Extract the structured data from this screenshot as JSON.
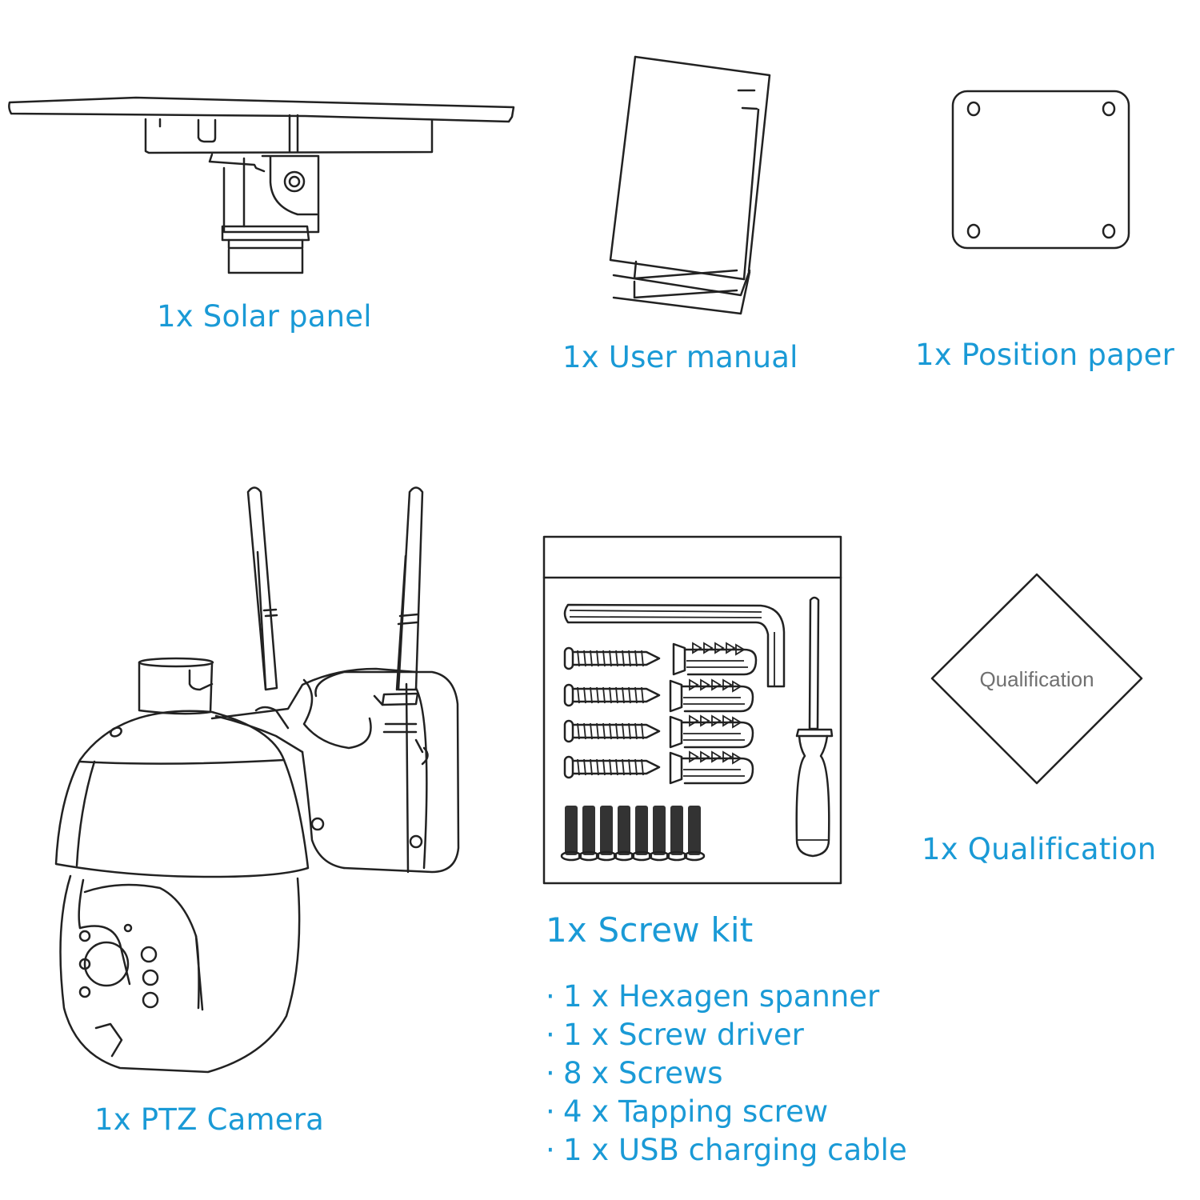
{
  "items": [
    {
      "id": "solar-panel",
      "label": "1x Solar panel"
    },
    {
      "id": "user-manual",
      "label": "1x User manual"
    },
    {
      "id": "position-paper",
      "label": "1x Position paper"
    },
    {
      "id": "ptz-camera",
      "label": "1x PTZ Camera"
    },
    {
      "id": "screw-kit",
      "label": "1x Screw kit"
    },
    {
      "id": "qualification",
      "label": "1x Qualification",
      "card_text": "Qualification"
    }
  ],
  "screw_kit_contents": [
    {
      "bullet": "·",
      "text": "1 x Hexagen spanner"
    },
    {
      "bullet": "·",
      "text": "1 x Screw driver"
    },
    {
      "bullet": "·",
      "text": "8 x Screws"
    },
    {
      "bullet": "·",
      "text": "4 x Tapping screw"
    },
    {
      "bullet": "·",
      "text": "1 x USB charging cable"
    }
  ],
  "colors": {
    "label": "#1a9ad6",
    "line_art": "#222222",
    "card_text": "#707070"
  }
}
